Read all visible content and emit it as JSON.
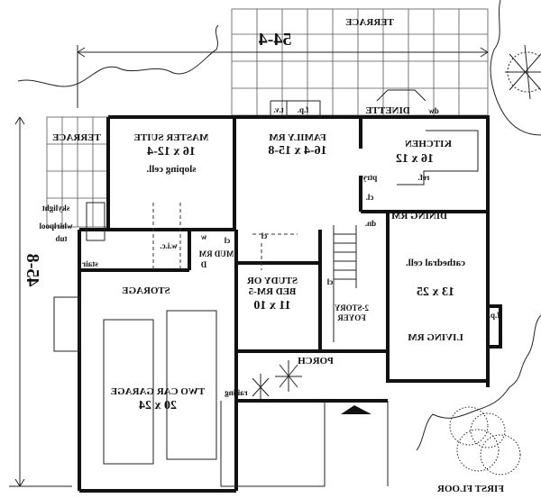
{
  "plan_title": "FIRST FLOOR",
  "dimensions": {
    "width": "54-4",
    "depth": "45-8"
  },
  "rooms": {
    "terrace_top": "TERRACE",
    "terrace_left": "TERRACE",
    "master_suite": {
      "name": "MASTER SUITE",
      "size": "16 x 12-4",
      "note": "sloping cell."
    },
    "family_rm": {
      "name": "FAMILY RM",
      "size": "16-4 x 15-8"
    },
    "dinette": "DINETTE",
    "kitchen": {
      "name": "KITCHEN",
      "size": "16 x 12"
    },
    "dining_rm": "DINING RM",
    "living_rm": {
      "name": "LIVING RM",
      "size": "13 x 25",
      "note": "cathedral cell."
    },
    "study": {
      "line1": "STUDY OR",
      "line2": "BED RM-5",
      "size": "11 x 10"
    },
    "foyer": {
      "line1": "2-STORY",
      "line2": "FOYER"
    },
    "porch": "PORCH",
    "storage": "STORAGE",
    "garage": {
      "name": "TWO CAR GARAGE",
      "size": "20 x 24"
    },
    "mud_rm": "MUD RM"
  },
  "fixtures": {
    "tv": "t.v.",
    "fp_family": "f.p.",
    "fp_living": "f.p.",
    "dw": "dw",
    "ref": "ref.",
    "ptry": "ptry",
    "cl_kitchen": "cl.",
    "dn": "dn.",
    "skylight": "skylight",
    "whirlpool": "whirlpool",
    "tub": "tub",
    "wic": "w.i.c.",
    "w": "w",
    "d": "D",
    "cl_mud": "cl",
    "cl_hall": "cl",
    "cl_study": "cl",
    "stair": "stair",
    "railing": "railing"
  }
}
